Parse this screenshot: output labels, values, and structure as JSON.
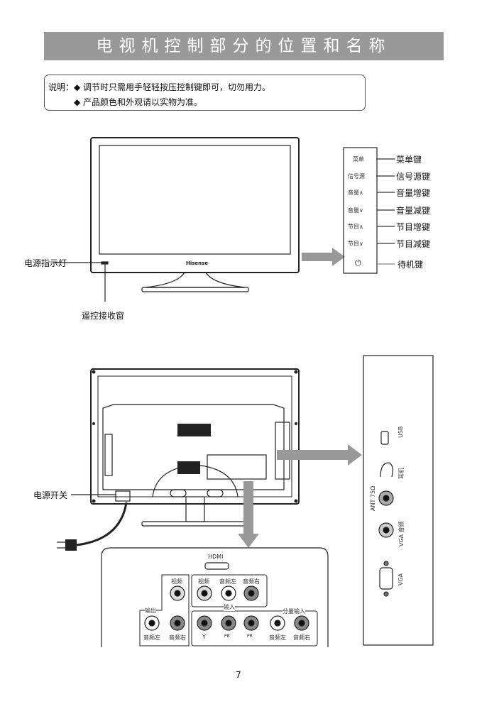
{
  "title": "电视机控制部分的位置和名称",
  "note": {
    "prefix": "说明：",
    "items": [
      "◆ 调节时只需用手轻轻按压控制键即可，切勿用力。",
      "◆ 产品颜色和外观请以实物为准。"
    ]
  },
  "front": {
    "brand": "Hisense",
    "power_indicator": "电源指示灯",
    "remote_receiver": "遥控接收窗",
    "buttons": [
      {
        "panel": "菜单",
        "label": "菜单键"
      },
      {
        "panel": "信号源",
        "label": "信号源键"
      },
      {
        "panel": "音量∧",
        "label": "音量增键"
      },
      {
        "panel": "音量∨",
        "label": "音量减键"
      },
      {
        "panel": "节目∧",
        "label": "节目增键"
      },
      {
        "panel": "节目∨",
        "label": "节目减键"
      },
      {
        "panel": "⏻",
        "label": "待机键"
      }
    ]
  },
  "back": {
    "power_switch": "电源开关",
    "bottom_panel": {
      "hdmi": "HDMI",
      "output_group": "输出",
      "input_group": "输入",
      "component_group": "分量输入",
      "top_labels": [
        "视频",
        "视频",
        "音频左",
        "音频右"
      ],
      "bottom_labels": [
        "音频左",
        "音频右",
        "Y",
        "PB",
        "PR",
        "音频左",
        "音频右"
      ]
    },
    "side_panel": [
      "USB",
      "耳机",
      "ANT 75Ω",
      "VGA 音频",
      "VGA"
    ]
  },
  "page_number": "7"
}
